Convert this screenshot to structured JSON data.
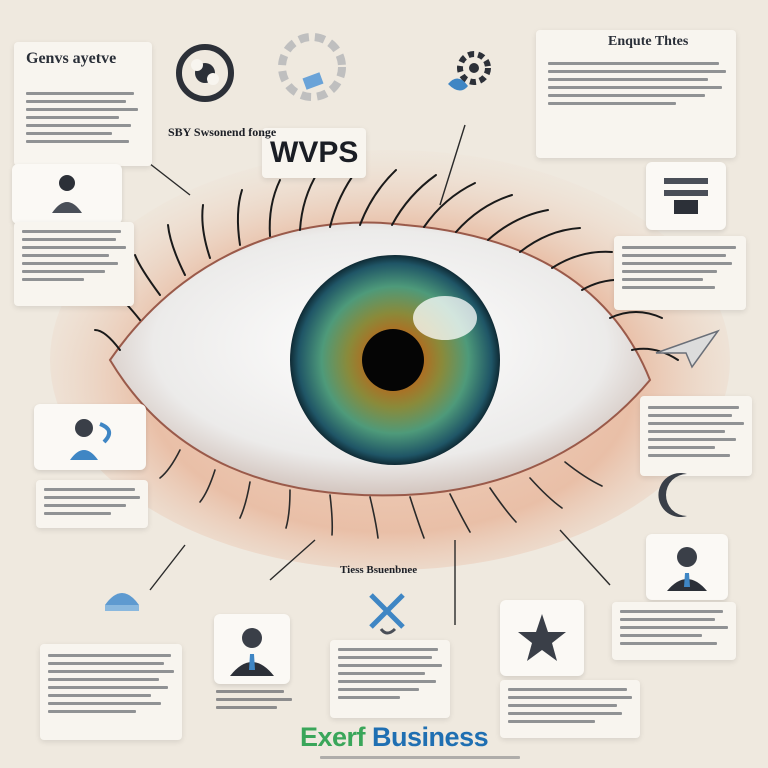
{
  "title": "WVPS",
  "brand": {
    "part1": "Exerf",
    "part2": " Business"
  },
  "labels": {
    "top_left_heading": "Genvs ayetve",
    "top_right_heading": "Enqute Thtes",
    "center_left_label": "SBY Swsonend fonge",
    "bottom_center_label": "Tiess Bsuenbnee"
  },
  "icons": {
    "top_circle_a": "gear-cluster-icon",
    "top_circle_b": "gear-puzzle-icon",
    "left_a": "person-icon",
    "left_b": "person-headset-icon",
    "left_c": "hand-icon",
    "bottom_a": "businessman-icon",
    "bottom_b": "cross-icon",
    "bottom_c": "star-icon",
    "right_a": "document-icon",
    "right_b": "paper-plane-icon",
    "right_c": "moon-icon",
    "right_d": "businessman-icon"
  },
  "colors": {
    "background": "#efe9df",
    "iris_outer": "#1d5a6e",
    "iris_mid": "#5a8f6a",
    "iris_inner": "#c27a2a",
    "pupil": "#0a0a0a",
    "brand_green": "#3aa65a",
    "brand_blue": "#1f6fb2"
  }
}
